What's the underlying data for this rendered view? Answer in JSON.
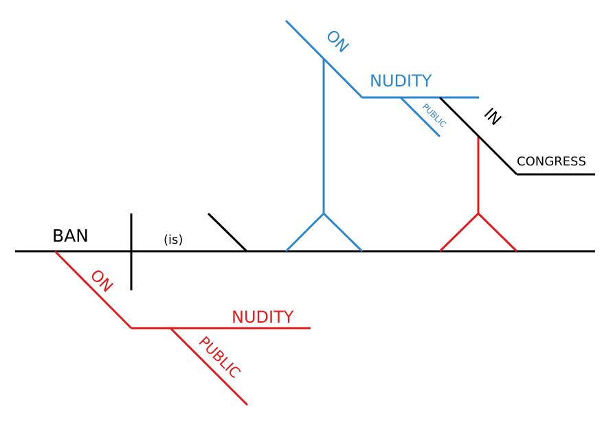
{
  "colors": {
    "black": "#000000",
    "blue": "#2a86cf",
    "red": "#e11b1b",
    "background": "#ffffff"
  },
  "diagram": {
    "subject": "BAN",
    "verb": "(is)",
    "subject_modifier": {
      "preposition": "ON",
      "object": "NUDITY",
      "object_modifier": "PUBLIC"
    },
    "complement_1": {
      "preposition": "ON",
      "object": "NUDITY",
      "object_modifier": "PUBLIC"
    },
    "complement_2": {
      "preposition": "IN",
      "object": "CONGRESS"
    }
  }
}
